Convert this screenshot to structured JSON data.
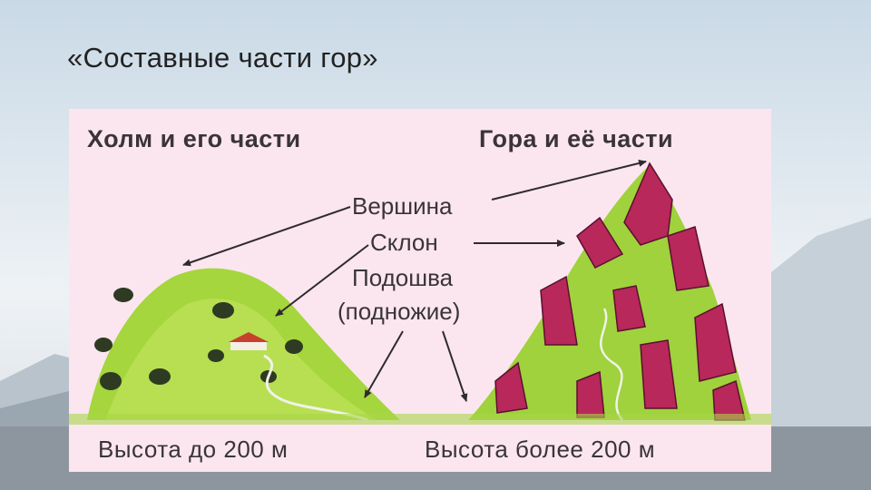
{
  "slide": {
    "title": "«Составные части гор»"
  },
  "figure": {
    "hill_heading": "Холм и его части",
    "mountain_heading": "Гора и её части",
    "parts": {
      "summit": "Вершина",
      "slope": "Склон",
      "foot": "Подошва",
      "foot_alt": "(подножие)"
    },
    "hill_height": "Высота до 200 м",
    "mountain_height": "Высота более 200 м"
  },
  "colors": {
    "card_background": "#fbe6ef",
    "grass": "#9fd23c",
    "rock": "#b8285a",
    "text": "#3a3438"
  }
}
